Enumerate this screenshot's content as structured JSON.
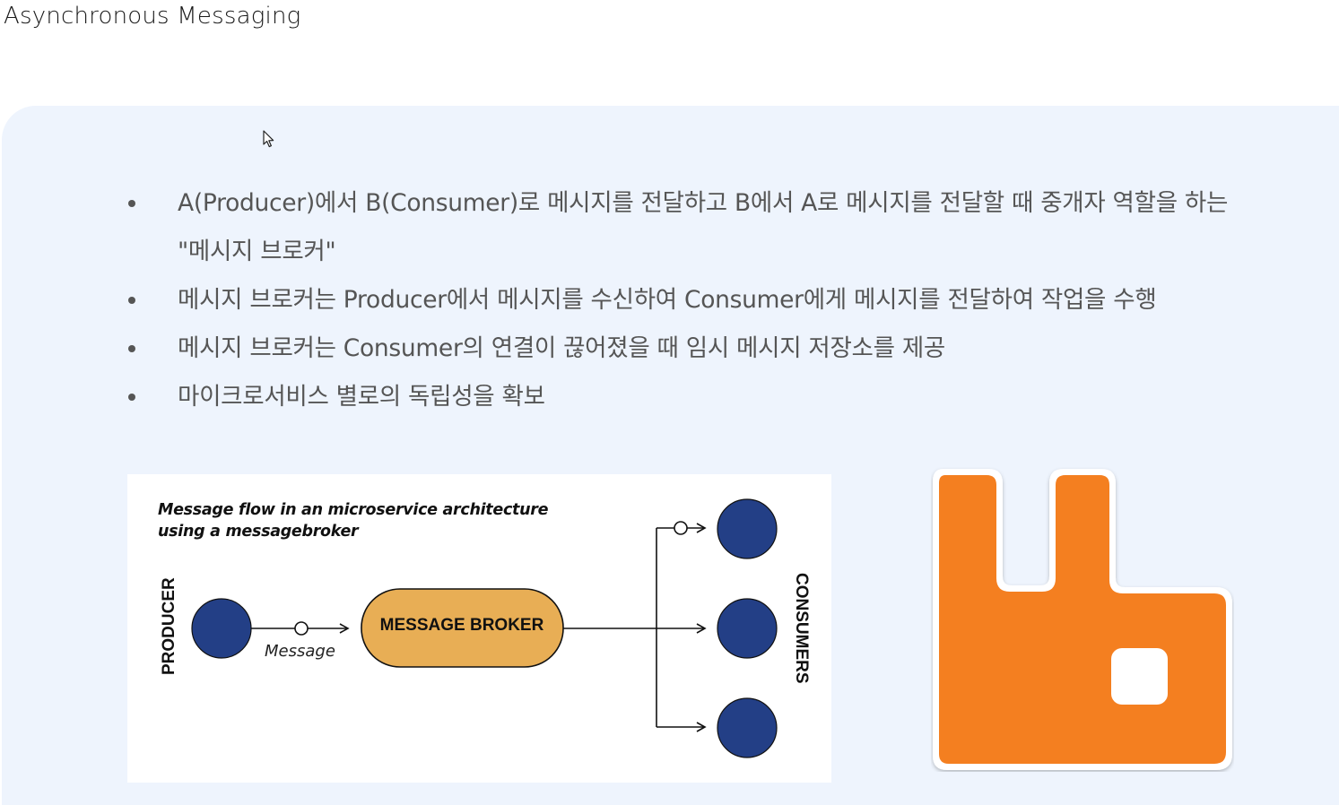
{
  "page": {
    "title": "Asynchronous Messaging"
  },
  "bullets": [
    {
      "line1": "A(Producer)에서 B(Consumer)로 메시지를 전달하고 B에서 A로 메시지를 전달할 때 중개자 역할을 하는",
      "line2": "\"메시지 브로커\""
    },
    {
      "line1": "메시지 브로커는 Producer에서 메시지를 수신하여 Consumer에게 메시지를 전달하여 작업을 수행"
    },
    {
      "line1": "메시지 브로커는 Consumer의 연결이 끊어졌을 때 임시 메시지 저장소를 제공"
    },
    {
      "line1": "마이크로서비스 별로의 독립성을 확보"
    }
  ],
  "diagram": {
    "title_line1": "Message flow in an microservice architecture",
    "title_line2": "using a messagebroker",
    "producer_label": "PRODUCER",
    "consumers_label": "CONSUMERS",
    "message_label": "Message",
    "broker_label": "MESSAGE BROKER",
    "colors": {
      "node": "#233f86",
      "broker": "#e8ae55",
      "line": "#111111"
    }
  },
  "logo": {
    "icon": "rabbitmq-logo-icon",
    "color": "#f47f20"
  },
  "cursor": {
    "icon": "mouse-pointer-icon"
  }
}
